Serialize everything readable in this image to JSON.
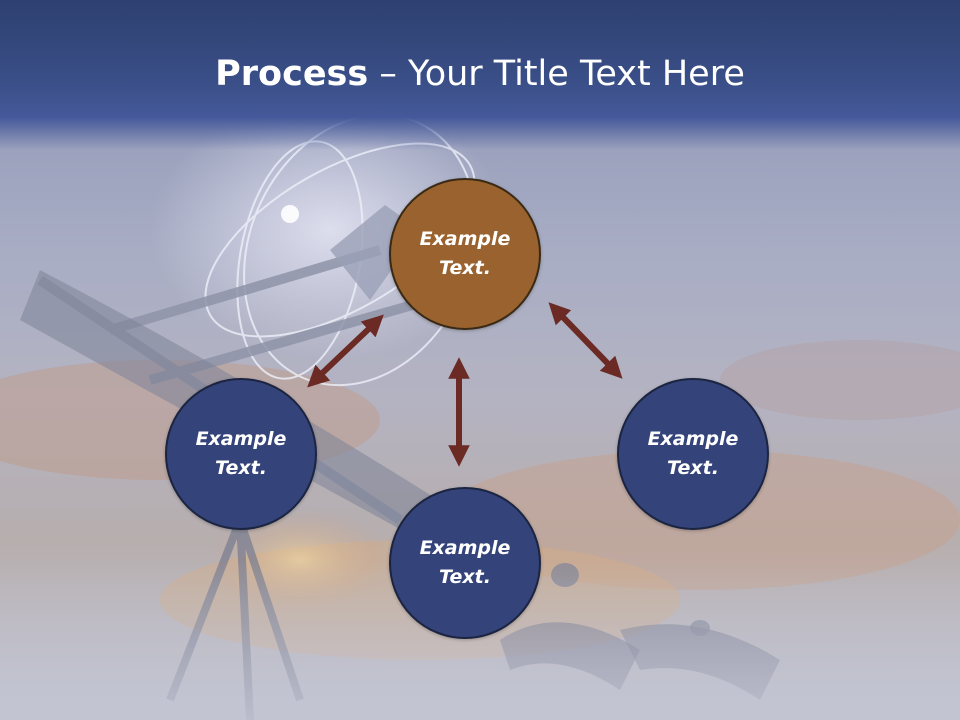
{
  "slide": {
    "title_strong": "Process",
    "title_rest": " – Your Title Text Here"
  },
  "nodes": [
    {
      "line1": "Example",
      "line2": "Text.",
      "color": "#99622e"
    },
    {
      "line1": "Example",
      "line2": "Text.",
      "color": "#34437a"
    },
    {
      "line1": "Example",
      "line2": "Text.",
      "color": "#34437a"
    },
    {
      "line1": "Example",
      "line2": "Text.",
      "color": "#34437a"
    }
  ],
  "colors": {
    "title_bar": "#3a4f88",
    "arrow": "#6b2a24",
    "node_primary": "#99622e",
    "node_secondary": "#34437a"
  }
}
